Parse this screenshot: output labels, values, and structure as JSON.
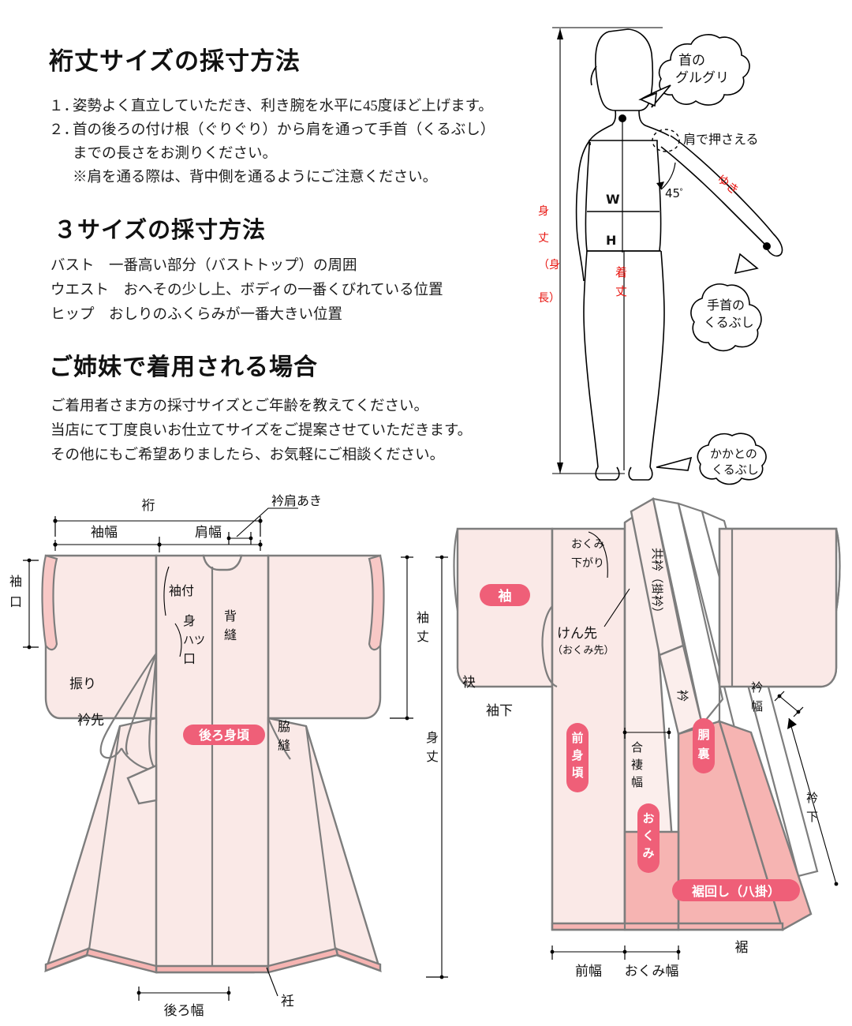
{
  "sections": {
    "yuki": {
      "heading": "裄丈サイズの採寸方法",
      "items": [
        {
          "num": "１．",
          "text": "姿勢よく直立していただき、利き腕を水平に45度ほど上げます。"
        },
        {
          "num": "２．",
          "text": "首の後ろの付け根（ぐりぐり）から肩を通って手首（くるぶし）"
        }
      ],
      "cont1": "までの長さをお測りください。",
      "cont2": "※肩を通る際は、背中側を通るようにご注意ください。"
    },
    "three_sizes": {
      "heading": "３サイズの採寸方法",
      "lines": [
        "バスト　一番高い部分（バストトップ）の周囲",
        "ウエスト　おへその少し上、ボディの一番くびれている位置",
        "ヒップ　おしりのふくらみが一番大きい位置"
      ]
    },
    "sisters": {
      "heading": "ご姉妹で着用される場合",
      "lines": [
        "ご着用者さま方の採寸サイズとご年齢を教えてください。",
        "当店にて丁度良いお仕立てサイズをご提案させていただきます。",
        "その他にもご希望ありましたら、お気軽にご相談ください。"
      ]
    }
  },
  "body_figure": {
    "bubbles": [
      {
        "id": "neck",
        "line1": "首の",
        "line2": "グルグリ"
      },
      {
        "id": "wrist",
        "line1": "手首の",
        "line2": "くるぶし"
      },
      {
        "id": "heel",
        "line1": "かかとの",
        "line2": "くるぶし"
      }
    ],
    "callouts": {
      "shoulder": "肩で押さえる",
      "angle": "45",
      "angle_unit": "°"
    },
    "marks": {
      "waist": "W",
      "hip": "H"
    },
    "red_labels": {
      "yuki": "ゆき",
      "mitake": "身丈（身長）",
      "mitake_l1": "身",
      "mitake_l2": "丈",
      "mitake_l3": "（身",
      "mitake_l4": "長）",
      "kitake": "着丈"
    }
  },
  "kimono_back": {
    "dimensions": {
      "yuki": "裄",
      "sodehaba": "袖幅",
      "katahaba": "肩幅",
      "erikata_aki": "衿肩あき",
      "sodeguchi_l1": "袖",
      "sodeguchi_l2": "口",
      "sodetake": "袖丈",
      "mitake": "身丈",
      "ushirohaba": "後ろ幅"
    },
    "parts": {
      "sodetsuke": "袖付",
      "miyatsukuchi_l1": "身",
      "miyatsukuchi_l2": "ハツ",
      "miyatsukuchi_l3": "口",
      "furi": "振り",
      "erisaki": "衿先",
      "senui": "背縫",
      "wakinui": "脇縫",
      "okumi": "衽"
    },
    "badges": [
      {
        "id": "ushiro-migoro",
        "label": "後ろ身頃"
      }
    ]
  },
  "kimono_front": {
    "parts": {
      "tamoto": "袂",
      "sodeshita": "袖下",
      "okumi_sagari_l1": "おくみ",
      "okumi_sagari_l2": "下がり",
      "kensaki": "けん先",
      "kensaki_sub": "（おくみ先）",
      "tomoeri": "共衿（掛衿）",
      "eri": "衿",
      "erihaba": "衿幅",
      "erishita": "衿下",
      "aitsuma_haba": "合褄幅",
      "suso": "裾"
    },
    "dimensions": {
      "maehaba": "前幅",
      "okumihaba": "おくみ幅"
    },
    "badges": [
      {
        "id": "sode",
        "label": "袖"
      },
      {
        "id": "mae-migoro",
        "label": "前身頃"
      },
      {
        "id": "okumi",
        "label": "おくみ"
      },
      {
        "id": "douura",
        "label": "胴裏"
      },
      {
        "id": "susomawashi",
        "label": "裾回し（八掛）"
      }
    ]
  },
  "colors": {
    "badge": "#ef5f78",
    "kimono_fill": "#fae9e7",
    "kimono_outline": "#7d7d7d",
    "hakkake": "#f6b4b2",
    "red_text": "#e8140f"
  }
}
